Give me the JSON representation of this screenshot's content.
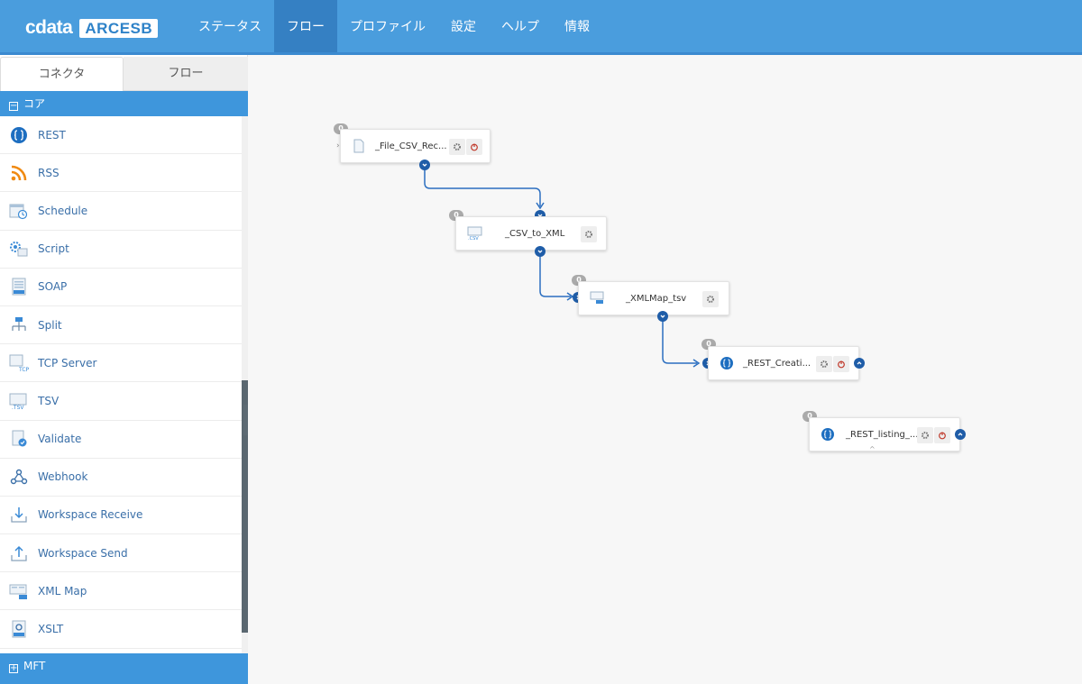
{
  "header": {
    "logo_cdata": "cdata",
    "logo_arcesb": "ARCESB",
    "nav": [
      "ステータス",
      "フロー",
      "プロファイル",
      "設定",
      "ヘルプ",
      "情報"
    ],
    "active_nav": "フロー"
  },
  "sidebar": {
    "tabs": [
      "コネクタ",
      "フロー"
    ],
    "active_tab": "コネクタ",
    "group_core": "コア",
    "group_mft": "MFT",
    "items": [
      {
        "label": "REST",
        "icon": "rest-icon"
      },
      {
        "label": "RSS",
        "icon": "rss-icon"
      },
      {
        "label": "Schedule",
        "icon": "schedule-icon"
      },
      {
        "label": "Script",
        "icon": "script-icon"
      },
      {
        "label": "SOAP",
        "icon": "soap-icon"
      },
      {
        "label": "Split",
        "icon": "split-icon"
      },
      {
        "label": "TCP Server",
        "icon": "tcp-server-icon"
      },
      {
        "label": "TSV",
        "icon": "tsv-icon"
      },
      {
        "label": "Validate",
        "icon": "validate-icon"
      },
      {
        "label": "Webhook",
        "icon": "webhook-icon"
      },
      {
        "label": "Workspace Receive",
        "icon": "workspace-receive-icon"
      },
      {
        "label": "Workspace Send",
        "icon": "workspace-send-icon"
      },
      {
        "label": "XML Map",
        "icon": "xml-map-icon"
      },
      {
        "label": "XSLT",
        "icon": "xslt-icon"
      }
    ]
  },
  "flow": {
    "nodes": [
      {
        "label": "_File_CSV_Rec...",
        "count": "0"
      },
      {
        "label": "_CSV_to_XML",
        "count": "0"
      },
      {
        "label": "_XMLMap_tsv",
        "count": "0"
      },
      {
        "label": "_REST_Creati...",
        "count": "0"
      },
      {
        "label": "_REST_listing_...",
        "count": "0"
      }
    ]
  },
  "colors": {
    "header_bg": "#4a9ddd",
    "active_nav_bg": "#3580c3",
    "group_bg": "#3e96dc",
    "connector_line": "#2c6fc0",
    "port": "#1f5da8"
  }
}
